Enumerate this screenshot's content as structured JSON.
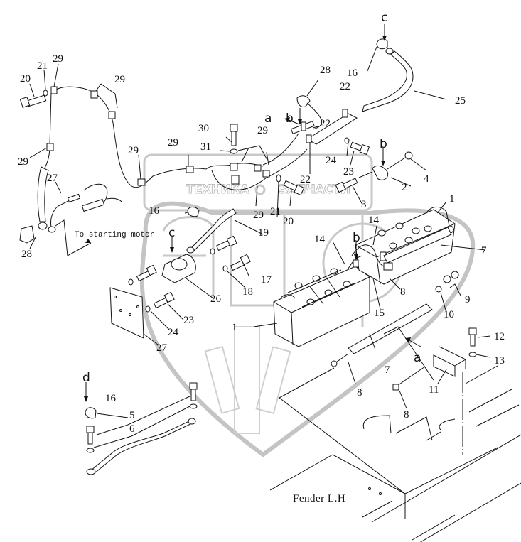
{
  "diagram": {
    "title": "Battery and battery cable installation",
    "watermark": {
      "text_left": "ТЕХНИКА",
      "text_right": "ЗАПЧАСТИ",
      "logo": "эпф"
    },
    "annotations": {
      "to_starting_motor": "To starting motor",
      "fender": "Fender L.H"
    },
    "view_letters": {
      "a_top": "a",
      "b_top": "b",
      "b_right": "b",
      "b_battery": "b",
      "c_top": "c",
      "c_left": "c",
      "a_bottom": "a",
      "d": "d"
    },
    "part_labels": [
      {
        "id": "l20a",
        "text": "20"
      },
      {
        "id": "l21a",
        "text": "21"
      },
      {
        "id": "l29a",
        "text": "29"
      },
      {
        "id": "l29b",
        "text": "29"
      },
      {
        "id": "l29c",
        "text": "29"
      },
      {
        "id": "l29d",
        "text": "29"
      },
      {
        "id": "l29e",
        "text": "29"
      },
      {
        "id": "l29f",
        "text": "29"
      },
      {
        "id": "l29g",
        "text": "29"
      },
      {
        "id": "l27a",
        "text": "27"
      },
      {
        "id": "l28a",
        "text": "28"
      },
      {
        "id": "l28b",
        "text": "28"
      },
      {
        "id": "l30",
        "text": "30"
      },
      {
        "id": "l31",
        "text": "31"
      },
      {
        "id": "l22a",
        "text": "22"
      },
      {
        "id": "l22b",
        "text": "22"
      },
      {
        "id": "l22c",
        "text": "22"
      },
      {
        "id": "l24a",
        "text": "24"
      },
      {
        "id": "l23a",
        "text": "23"
      },
      {
        "id": "l21b",
        "text": "21"
      },
      {
        "id": "l20b",
        "text": "20"
      },
      {
        "id": "l16a",
        "text": "16"
      },
      {
        "id": "l16b",
        "text": "16"
      },
      {
        "id": "l16c",
        "text": "16"
      },
      {
        "id": "l25",
        "text": "25"
      },
      {
        "id": "l4",
        "text": "4"
      },
      {
        "id": "l2",
        "text": "2"
      },
      {
        "id": "l3",
        "text": "3"
      },
      {
        "id": "l1a",
        "text": "1"
      },
      {
        "id": "l1b",
        "text": "1"
      },
      {
        "id": "l7a",
        "text": "7"
      },
      {
        "id": "l7b",
        "text": "7"
      },
      {
        "id": "l14a",
        "text": "14"
      },
      {
        "id": "l14b",
        "text": "14"
      },
      {
        "id": "l19",
        "text": "19"
      },
      {
        "id": "l17",
        "text": "17"
      },
      {
        "id": "l18",
        "text": "18"
      },
      {
        "id": "l26",
        "text": "26"
      },
      {
        "id": "l23b",
        "text": "23"
      },
      {
        "id": "l24b",
        "text": "24"
      },
      {
        "id": "l27b",
        "text": "27"
      },
      {
        "id": "l15",
        "text": "15"
      },
      {
        "id": "l8a",
        "text": "8"
      },
      {
        "id": "l8b",
        "text": "8"
      },
      {
        "id": "l8c",
        "text": "8"
      },
      {
        "id": "l9",
        "text": "9"
      },
      {
        "id": "l10",
        "text": "10"
      },
      {
        "id": "l11",
        "text": "11"
      },
      {
        "id": "l12",
        "text": "12"
      },
      {
        "id": "l13",
        "text": "13"
      },
      {
        "id": "l5",
        "text": "5"
      },
      {
        "id": "l6",
        "text": "6"
      }
    ]
  }
}
